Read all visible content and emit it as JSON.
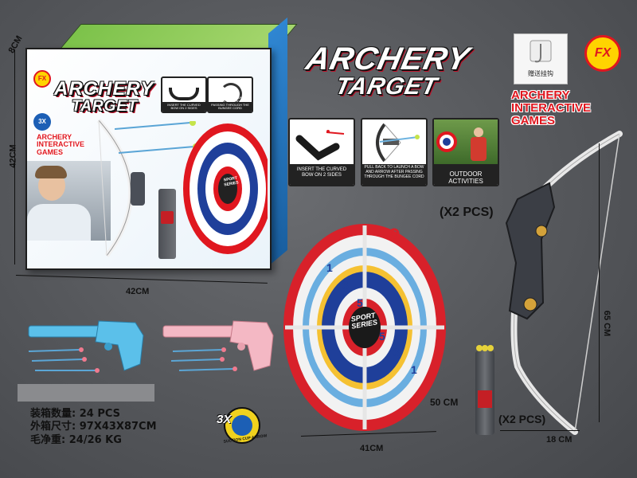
{
  "brand": {
    "title_line1": "ARCHERY",
    "title_line2": "TARGET",
    "subtitle_line1": "ARCHERY",
    "subtitle_line2": "INTERACTIVE",
    "subtitle_line3": "GAMES",
    "logo_text": "FX",
    "hook_label": "赠送挂钩"
  },
  "box": {
    "title_line1": "ARCHERY",
    "title_line2": "TARGET",
    "subtitle_line1": "ARCHERY",
    "subtitle_line2": "INTERACTIVE",
    "subtitle_line3": "GAMES",
    "badge": "3X",
    "logo_text": "FX",
    "captions": [
      "INSERT THE CURVED BOW ON 2 SIDES",
      "PULL BACK TO LAUNCH A BOW AND ARROW AFTER PASSING THROUGH THE BUNGEE CORD"
    ],
    "target_center": "SPORT SERIES"
  },
  "dimensions": {
    "box_depth": "8CM",
    "box_height": "42CM",
    "box_width": "42CM",
    "target_width": "41CM",
    "quiver_height": "50 CM",
    "bow_height": "65 CM",
    "bow_width": "18 CM"
  },
  "panels": {
    "step1": "INSERT THE CURVED BOW ON 2 SIDES",
    "step2": "PULL BACK TO LAUNCH A BOW AND ARROW AFTER PASSING THROUGH THE BUNGEE CORD",
    "step3": "OUTDOOR ACTIVITIES"
  },
  "quantities": {
    "bow": "(X2 PCS)",
    "quiver": "(X2 PCS)"
  },
  "target": {
    "center_line1": "SPORT",
    "center_line2": "SERIES",
    "numbers": [
      "1",
      "3",
      "5",
      "5",
      "3",
      "1"
    ]
  },
  "badge": {
    "text": "3X",
    "ring_text": "SUCTION CUP ARROW"
  },
  "specs": {
    "line1": "装箱数量: 24 PCS",
    "line2": "外箱尺寸: 97X43X87CM",
    "line3": "毛净重: 24/26 KG"
  },
  "colors": {
    "brand_red": "#e0171f",
    "target_blue": "#1f3f9a",
    "gun_blue": "#5bc0ea",
    "gun_pink": "#f4b8c4"
  }
}
